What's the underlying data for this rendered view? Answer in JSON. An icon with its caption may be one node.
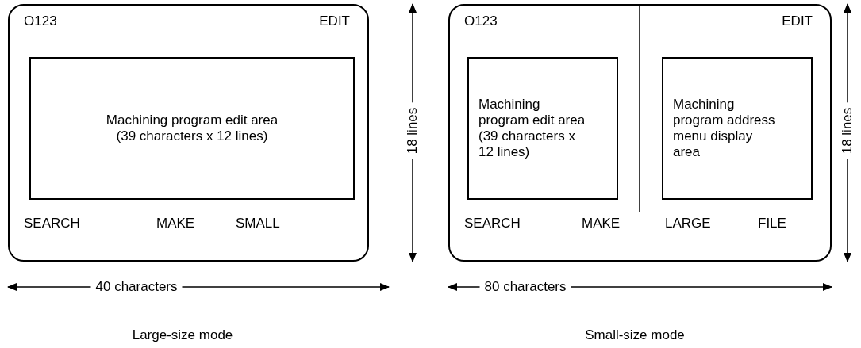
{
  "diagram": {
    "nodes": [
      {
        "text": [
          "O123",
          "EDIT",
          "SEARCH",
          "MAKE",
          "SMALL"
        ]
      },
      {
        "text": [
          "Machining program edit area (39 characters x 12 lines)"
        ],
        "in": 0
      },
      {
        "text": [
          "O123",
          "EDIT",
          "SEARCH",
          "MAKE",
          "LARGE",
          "FILE"
        ]
      },
      {
        "text": [
          "Machining program edit area (39 characters x 12 lines)"
        ],
        "in": 2
      },
      {
        "text": [
          "Machining program address menu display area"
        ],
        "in": 2
      }
    ],
    "edges": [],
    "labels": [
      "18 lines",
      "40 characters",
      "18 lines",
      "80 characters",
      "Large-size mode",
      "Small-size mode"
    ]
  }
}
